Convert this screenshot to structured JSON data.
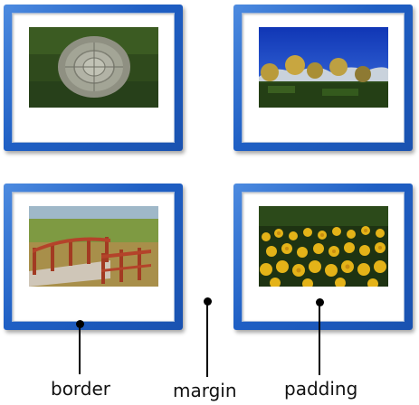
{
  "photos": [
    {
      "icon": "tree-stump-icon"
    },
    {
      "icon": "trees-sky-icon"
    },
    {
      "icon": "bridge-icon"
    },
    {
      "icon": "marigold-flowers-icon"
    }
  ],
  "labels": {
    "border": "border",
    "margin": "margin",
    "padding": "padding"
  },
  "colors": {
    "border_blue": "#1f5fc4",
    "padding_white": "#ffffff"
  }
}
